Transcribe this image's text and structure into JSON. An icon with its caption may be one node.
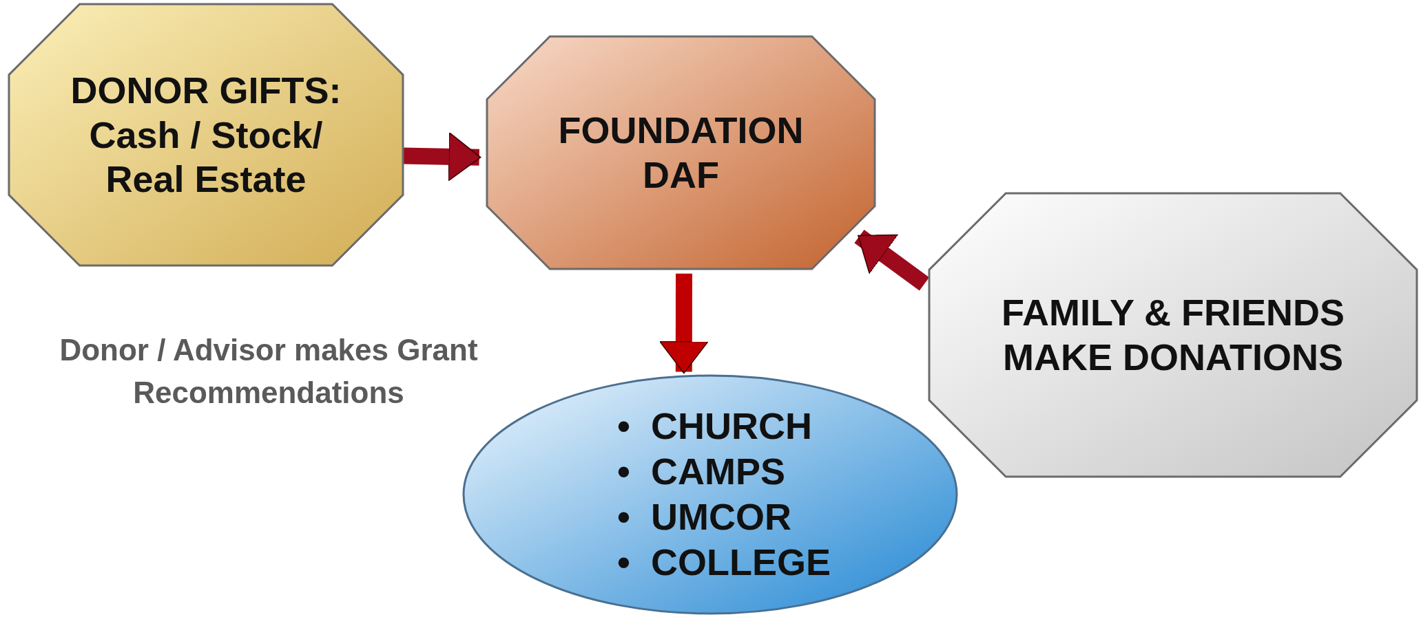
{
  "diagram": {
    "nodes": [
      {
        "text": [
          "DONOR GIFTS: Cash / Stock/ Real Estate"
        ]
      },
      {
        "text": [
          "FOUNDATION DAF"
        ]
      },
      {
        "text": [
          "FAMILY & FRIENDS MAKE DONATIONS"
        ]
      },
      {
        "text": [
          "•  CHURCH",
          "•  CAMPS",
          "•  UMCOR",
          "•  COLLEGE"
        ]
      }
    ],
    "edges": [
      {
        "from": 0,
        "to": 1,
        "arrow": "to"
      },
      {
        "from": 2,
        "to": 1,
        "arrow": "to"
      },
      {
        "from": 1,
        "to": 3,
        "arrow": "to",
        "color": "#c00000"
      }
    ],
    "labels": [
      "Donor / Advisor makes Grant Recommendations"
    ]
  }
}
